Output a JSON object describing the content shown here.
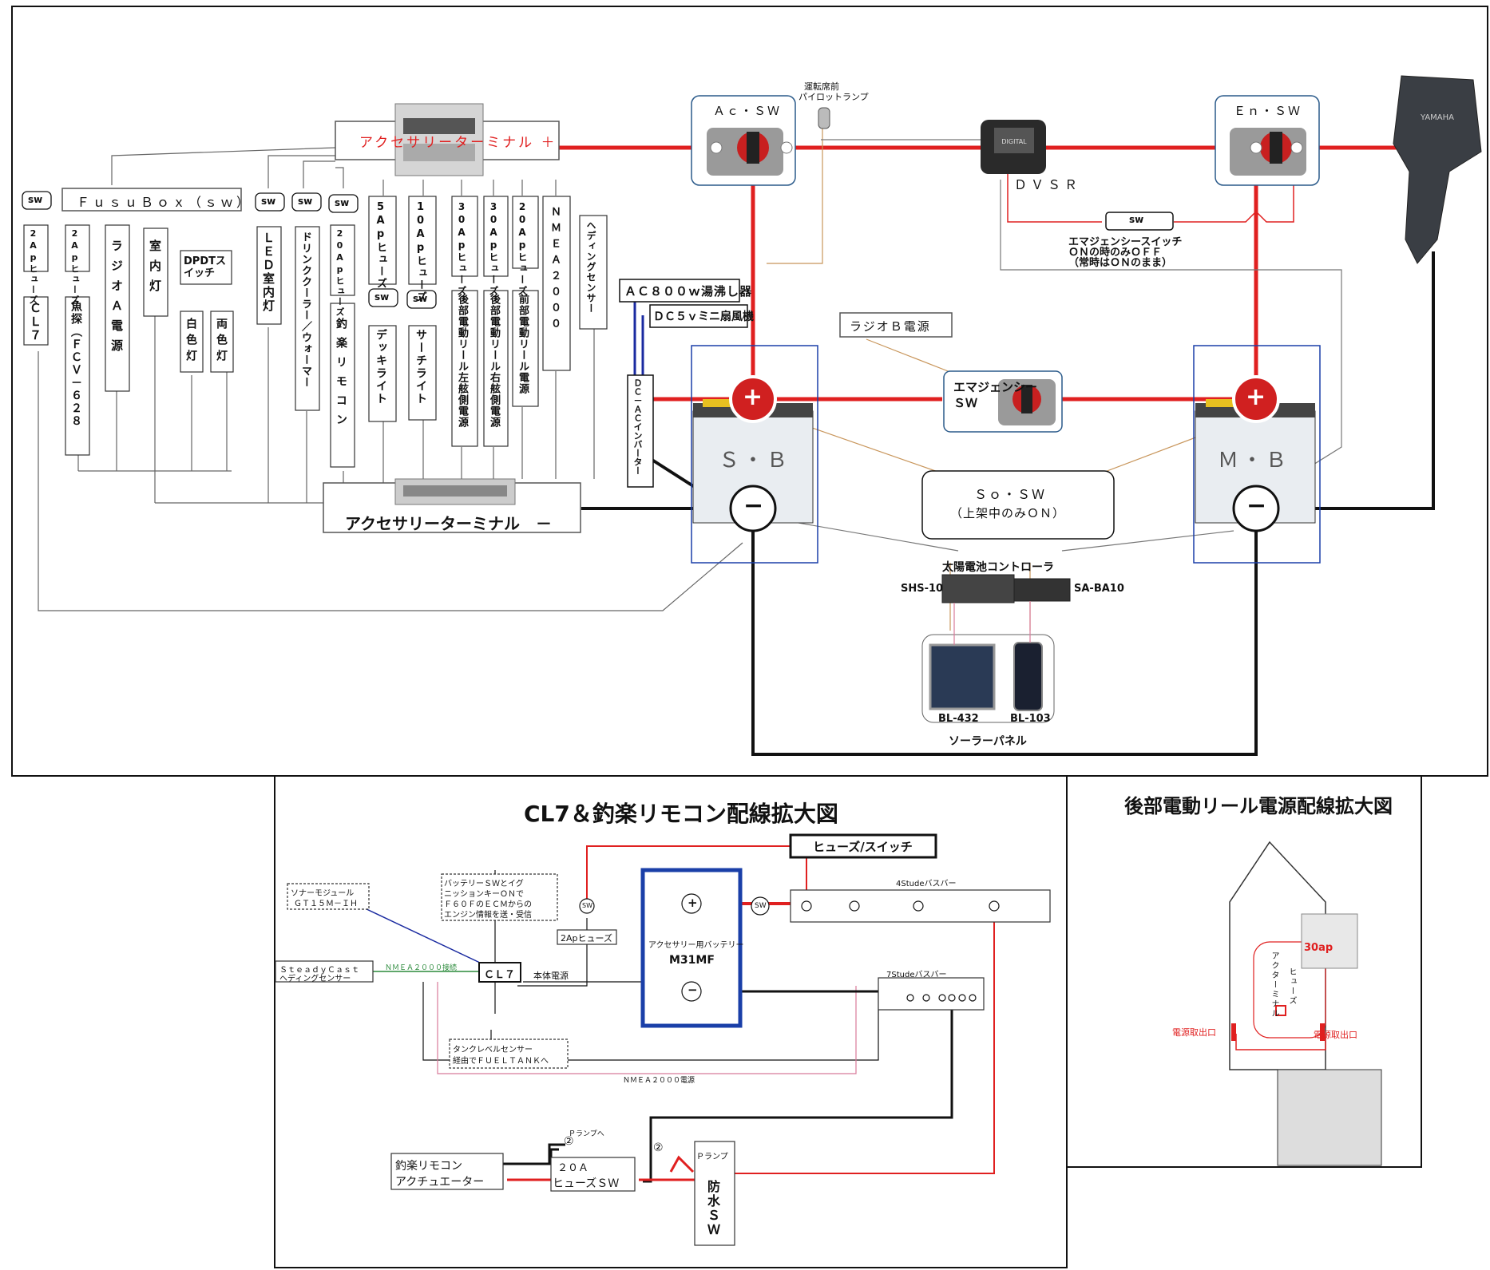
{
  "colors": {
    "power": "#e02020",
    "ground": "#111111",
    "signal_blue": "#1a2aa0",
    "thin": "#777777",
    "tan": "#c8955a",
    "pink": "#d87a9a",
    "green": "#2a8a3a",
    "battery_frame": "#1a3fa8"
  },
  "main": {
    "acc_terminal_plus": "アクセサリーターミナル ＋",
    "acc_terminal_minus": "アクセサリーターミナル　－",
    "fusebox": "ＦｕｓｕＢｏｘ（ｓｗ）",
    "sw": "sw",
    "branches": [
      {
        "fuse": "2Apヒューズ",
        "label": "ＣＬ７"
      },
      {
        "fuse": "2Apヒューズ",
        "label": "魚探（ＦＣＶ－６２８"
      },
      {
        "fuse": "",
        "label": "ラジオＡ電源"
      },
      {
        "fuse": "",
        "label": "室内灯"
      },
      {
        "fuse": "DPDTスイッチ",
        "label": "白色灯"
      },
      {
        "fuse": "",
        "label": "両色灯"
      },
      {
        "fuse": "",
        "label": "ＬＥＤ室内灯"
      },
      {
        "fuse": "",
        "label": "ドリンククーラー／ウォーマー"
      },
      {
        "fuse": "20Apヒューズ",
        "label": "釣楽リモコン"
      },
      {
        "fuse": "5Apヒューズ",
        "label": "デッキライト"
      },
      {
        "fuse": "10Apヒューズ",
        "label": "サーチライト"
      },
      {
        "fuse": "30Apヒューズ",
        "label": "後部電動リール左舷側電源"
      },
      {
        "fuse": "30Apヒューズ",
        "label": "後部電動リール右舷側電源"
      },
      {
        "fuse": "20Apヒューズ",
        "label": "前部電動リール電源"
      },
      {
        "fuse": "",
        "label": "ＮＭＥＡ２０００"
      },
      {
        "fuse": "",
        "label": "ヘディングセンサー"
      }
    ],
    "ac_sw": "Ａｃ・ＳＷ",
    "en_sw": "Ｅｎ・ＳＷ",
    "pilot_lamp": [
      "運転席前",
      "パイロットランプ"
    ],
    "dvsr": "ＤＶＳＲ",
    "emergency_note": [
      "エマジェンシースイッチ",
      "ＯＮの時のみＯＦＦ",
      "（常時はＯＮのまま）"
    ],
    "ac800": "ＡＣ８００ｗ湯沸し器",
    "dc5v": "ＤＣ５ｖミニ扇風機",
    "inverter": "ＤＣ－ＡＣインバーター",
    "radio_b": "ラジオＢ電源",
    "sb": "Ｓ・Ｂ",
    "mb": "Ｍ・Ｂ",
    "emergency_sw": [
      "エマジェンシー",
      "ＳＷ"
    ],
    "so_sw": [
      "Ｓｏ・ＳＷ",
      "（上架中のみＯＮ）"
    ],
    "solar_controller": "太陽電池コントローラ",
    "shs10": "SHS-10",
    "saba10": "SA-BA10",
    "bl432": "BL-432",
    "bl103": "BL-103",
    "solar_panel": "ソーラーパネル",
    "yamaha": "YAMAHA",
    "dvsr_face": "DIGITAL",
    "plus": "+",
    "minus": "−"
  },
  "cl7": {
    "title": "CL7＆釣楽リモコン配線拡大図",
    "fuse_switch": "ヒューズ/スイッチ",
    "bus4": "4Studeバスバー",
    "bus7": "7Studeバスバー",
    "sonar": [
      "ソナーモジュール",
      "ＧＴ１５Ｍ－ＩＨ"
    ],
    "battery_note": [
      "バッテリーＳＷとイグ",
      "ニッションキーＯＮで",
      "Ｆ６０ＦのＥＣＭからの",
      "エンジン情報を送・受信"
    ],
    "steady": [
      "ＳｔｅａｄｙＣａｓｔ",
      "ヘディングセンサー"
    ],
    "nmea_conn": "ＮＭＥＡ２０００接続",
    "cl7": "ＣＬ７",
    "main_power": "本体電源",
    "fuse2ap": "2Apヒューズ",
    "acc_battery": "アクセサリー用バッテリー",
    "m31mf": "M31MF",
    "tank": [
      "タンクレベルセンサー",
      "経由でＦＵＥＬＴＡＮＫへ"
    ],
    "nmea_power": "ＮＭＥＡ２０００電源",
    "p_lamp_to": "Ｐランプへ",
    "circle2": "②",
    "chouraku": [
      "釣楽リモコン",
      "アクチュエーター"
    ],
    "fuse20a": [
      "２０Ａ",
      "ヒューズＳＷ"
    ],
    "p_lamp": "Ｐランプ",
    "waterproof": "防水ＳＷ",
    "sw": "SW",
    "plus": "+",
    "minus": "−"
  },
  "reel": {
    "title": "後部電動リール電源配線拡大図",
    "fuse30": "30ap",
    "fuse": "ヒューズ",
    "acc_terminal": "アクターミナル",
    "outlet_left": "電源取出口",
    "outlet_right": "電源取出口"
  }
}
